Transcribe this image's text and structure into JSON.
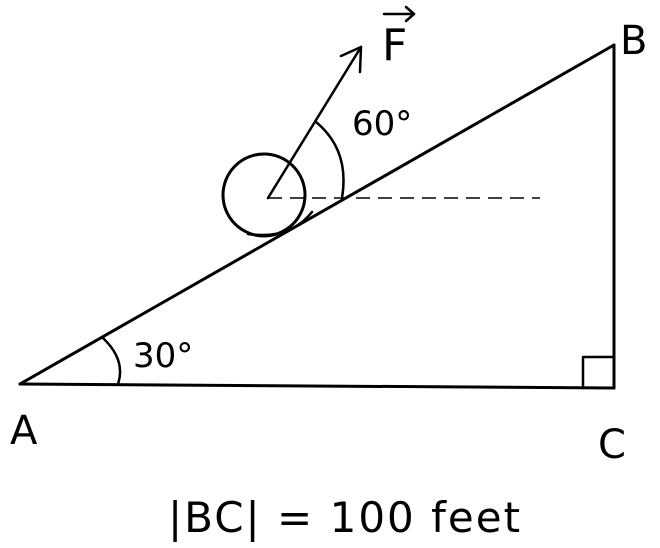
{
  "vertices": {
    "a": "A",
    "b": "B",
    "c": "C"
  },
  "angles": {
    "at_a": "30°",
    "force_to_incline": "60°"
  },
  "force": {
    "label": "F"
  },
  "caption": "|BC| = 100 feet"
}
